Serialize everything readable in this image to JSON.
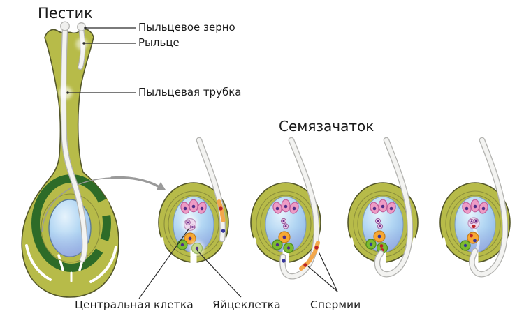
{
  "titles": {
    "pistil": "Пестик",
    "ovule_series": "Семязачаток"
  },
  "labels": {
    "pollen_grain": "Пыльцевое зерно",
    "stigma": "Рыльце",
    "pollen_tube": "Пыльцевая трубка",
    "central_cell": "Центральная клетка",
    "egg_cell": "Яйцеклетка",
    "sperm_cells": "Спермии"
  },
  "stages": {
    "count": 4
  },
  "colors": {
    "ovary_fill": "#b7bb49",
    "ovary_stroke": "#53562a",
    "integument_ring_green": "#2d6b28",
    "inner_line_olive": "#8b8e3c",
    "embryo_sac_light": "#e6f3fc",
    "embryo_sac_dark": "#8db6e6",
    "antipodal_pink": "#ee9bc5",
    "synergid_orange": "#f7a832",
    "cell_green": "#7dba30",
    "egg_light_green": "#c6da92",
    "central_cell_fill": "#eed8ee",
    "nucleus_purple": "#4f2d87",
    "sperm_red": "#bb2327",
    "tube_nucleus_blue": "#35359a",
    "pollen_tube_fill": "#f3f3f1",
    "pollen_tube_stroke": "#b3b3b0",
    "sperm_segment_orange": "#f3a74b",
    "callout_line": "#2b2b2b",
    "zoom_arrow_gray": "#9a9a9a",
    "text": "#1b1b1b"
  }
}
